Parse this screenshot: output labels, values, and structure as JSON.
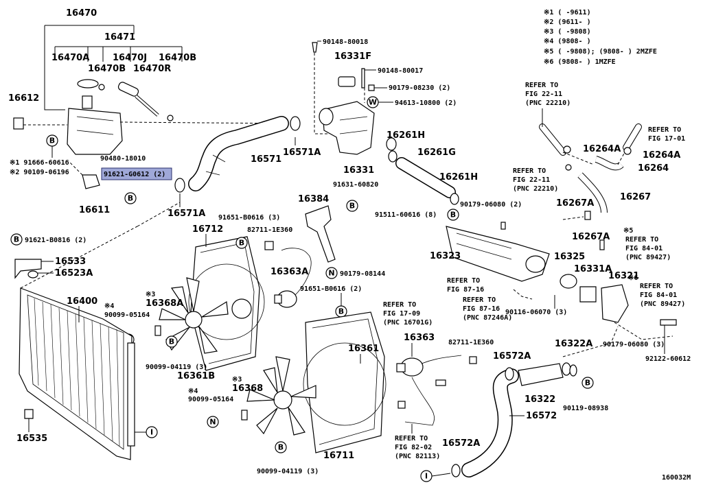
{
  "legend": [
    "※1 (     -9611)",
    "※2 (9611-      )",
    "※3 (     -9808)",
    "※4 (9808-      )",
    "※5 (     -9808); (9808-      ) 2MZFE",
    "※6 (9808-      ) 1MZFE"
  ],
  "highlighted_part": "91621-G0612 (2)",
  "labels": {
    "p16470": "16470",
    "p16471": "16471",
    "p16470A": "16470A",
    "p16470B_a": "16470B",
    "p16470J": "16470J",
    "p16470R": "16470R",
    "p16470B_b": "16470B",
    "p16612": "16612",
    "p91666": "※1 91666-60616",
    "p90109": "※2 90109-06196",
    "p90480": "90480-18010",
    "p16611": "16611",
    "p16571": "16571",
    "p16571A_a": "16571A",
    "p16571A_b": "16571A",
    "p90148a": "90148-80018",
    "p16331F": "16331F",
    "p90148b": "90148-80017",
    "p90179a": "90179-08230 (2)",
    "p94613": "94613-10800 (2)",
    "p16331": "16331",
    "p16261H_a": "16261H",
    "p16261G": "16261G",
    "p16261H_b": "16261H",
    "p91631": "91631-60820",
    "p16384": "16384",
    "p91651a": "91651-B0616 (3)",
    "p82711a": "82711-1E360",
    "p16712": "16712",
    "p91621B": "91621-B0816 (2)",
    "p16533": "16533",
    "p16523A": "16523A",
    "p16400": "16400",
    "p16363A": "16363A",
    "p90179b": "90179-08144",
    "p91651b": "91651-B0616 (2)",
    "p16368A": "16368A",
    "p90099a": "90099-05164",
    "p90099b": "90099-04119 (3)",
    "p16361B": "16361B",
    "p16361": "16361",
    "p16363": "16363",
    "p82711b": "82711-1E360",
    "p16368": "16368",
    "p90099c": "90099-05164",
    "p16535": "16535",
    "p16711": "16711",
    "p90099d": "90099-04119 (3)",
    "p91511": "91511-60616 (8)",
    "p90179c": "90179-06080 (2)",
    "p16323": "16323",
    "p16325": "16325",
    "p16331A": "16331A",
    "p16321": "16321",
    "p90116": "90116-06070 (3)",
    "p90179d": "90179-06080 (3)",
    "p92122": "92122-60612",
    "p16322A": "16322A",
    "p16572A_a": "16572A",
    "p16322": "16322",
    "p16572": "16572",
    "p90119": "90119-08938",
    "p16572A_b": "16572A",
    "p16264A_a": "16264A",
    "p16264A_b": "16264A",
    "p16264": "16264",
    "p16267A_a": "16267A",
    "p16267": "16267",
    "p16267A_b": "16267A",
    "star3a": "※3",
    "star4a": "※4",
    "star3b": "※3",
    "star4b": "※4",
    "star5": "※5",
    "star6": "※6"
  },
  "refs": {
    "r1": [
      "REFER TO",
      "FIG 22-11",
      "(PNC 22210)"
    ],
    "r2": [
      "REFER TO",
      "FIG 17-01"
    ],
    "r3": [
      "REFER TO",
      "FIG 22-11",
      "(PNC 22210)"
    ],
    "r4": [
      "REFER TO",
      "FIG 84-01",
      "(PNC 89427)"
    ],
    "r5": [
      "REFER TO",
      "FIG 84-01",
      "(PNC 89427)"
    ],
    "r6": [
      "REFER TO",
      "FIG 87-16"
    ],
    "r7": [
      "REFER TO",
      "FIG 87-16",
      "(PNC 87246A)"
    ],
    "r8": [
      "REFER TO",
      "FIG 17-09",
      "(PNC 16701G)"
    ],
    "r9": [
      "REFER TO",
      "FIG 82-02",
      "(PNC 82113)"
    ]
  },
  "markers": {
    "B": "B",
    "N": "N",
    "W": "W",
    "I": "I"
  },
  "figure_id": "160032M"
}
